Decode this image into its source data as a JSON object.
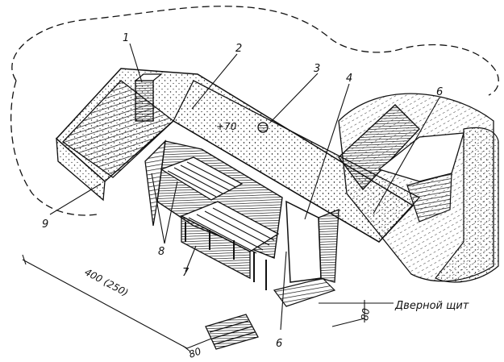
{
  "callouts": [
    "1",
    "2",
    "3",
    "4",
    "6",
    "9",
    "8",
    "7",
    "6"
  ],
  "dimensions": {
    "elevation": "+70",
    "length": "400 (250)",
    "bottom_left": "80",
    "bottom_right": "80"
  },
  "caption": "Дверной щит",
  "colors": {
    "ink": "#111111",
    "paper": "#ffffff"
  }
}
